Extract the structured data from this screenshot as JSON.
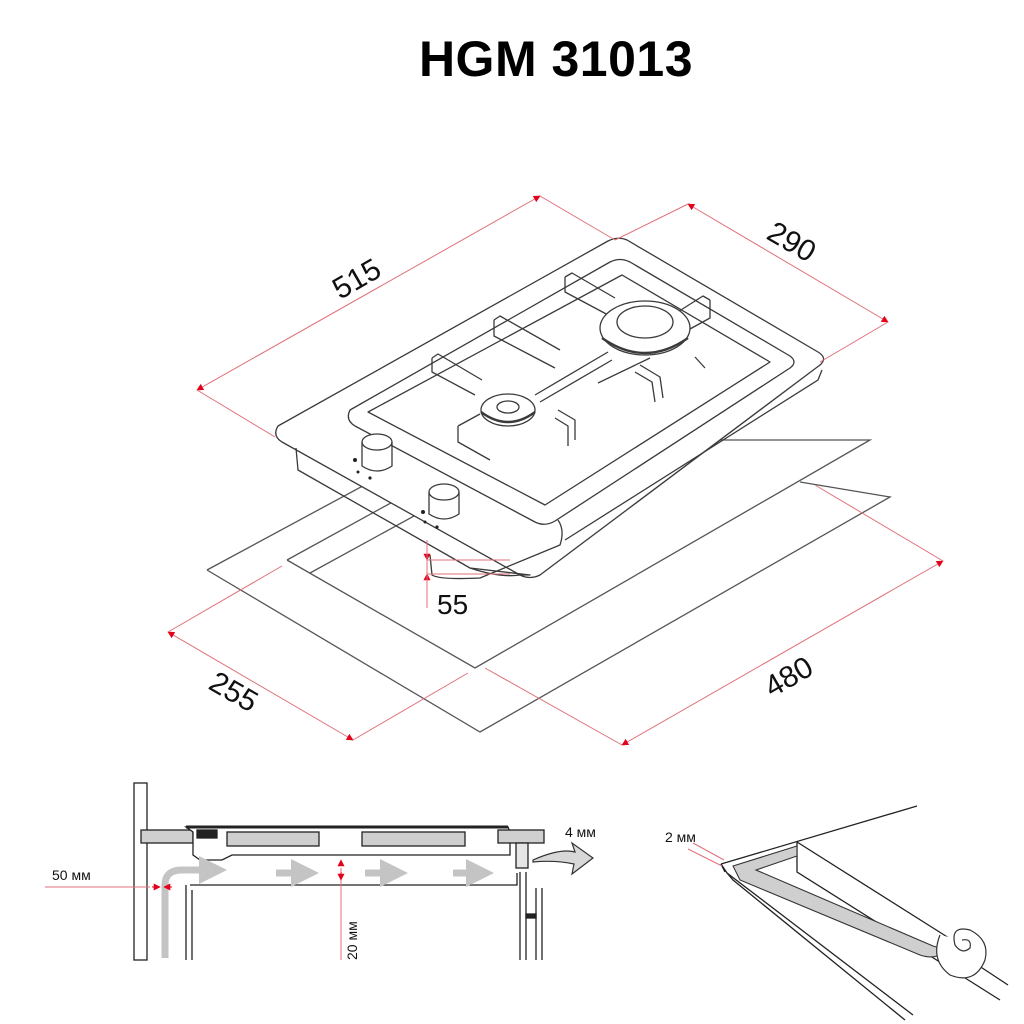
{
  "title": "HGM 31013",
  "colors": {
    "dimension_line": "#e0707a",
    "arrow": "#e3001b",
    "outline": "#3a3a3a",
    "fill_gray": "#cfcfcf",
    "airflow_arrow": "#c4c4c4"
  },
  "dimensions": {
    "length": "515",
    "depth": "290",
    "height": "55",
    "cutout_depth": "255",
    "cutout_length": "480"
  },
  "section_view": {
    "wall_gap": "50 мм",
    "air_gap": "20 мм",
    "edge_gap": "4 мм"
  },
  "seal_view": {
    "seal_thickness": "2 мм"
  }
}
